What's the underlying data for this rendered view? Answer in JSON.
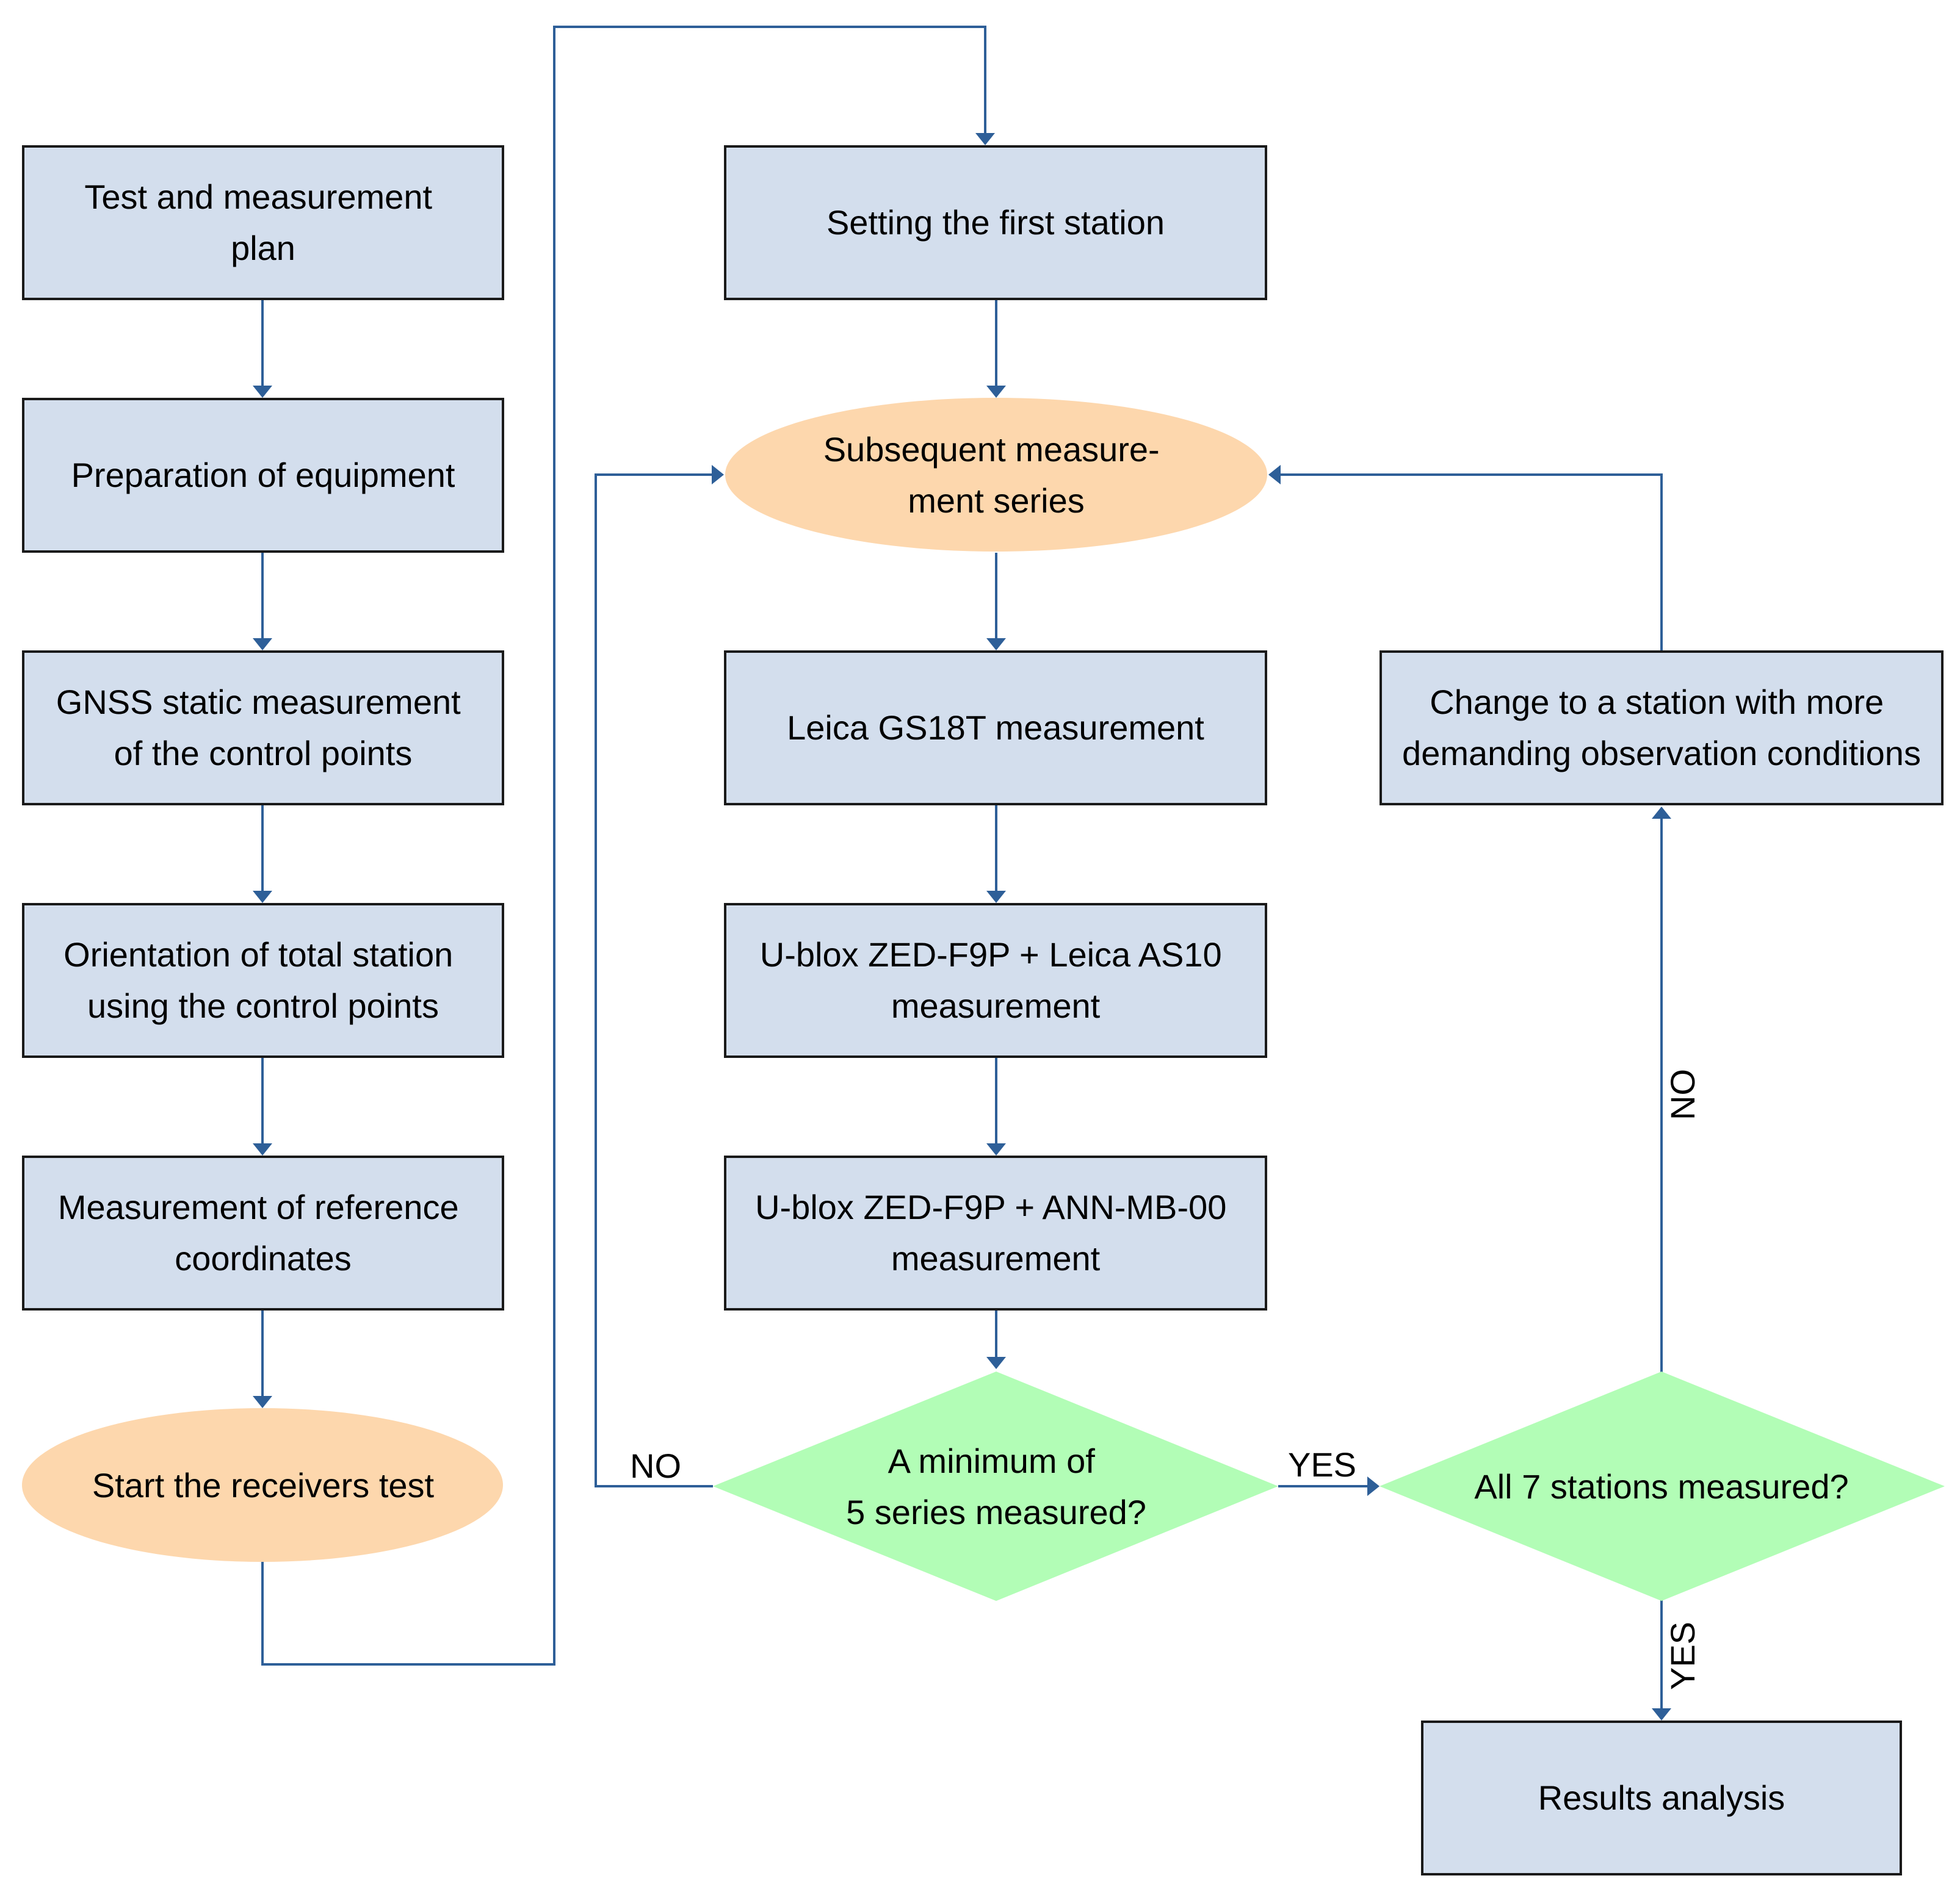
{
  "nodes": {
    "test_plan": {
      "lines": [
        "Test and measurement",
        "plan"
      ]
    },
    "prep_equipment": {
      "lines": [
        "Preparation of equipment"
      ]
    },
    "gnss_static": {
      "lines": [
        "GNSS static measurement",
        "of the control points"
      ]
    },
    "orientation": {
      "lines": [
        "Orientation of total station",
        "using the control points"
      ]
    },
    "reference_coords": {
      "lines": [
        "Measurement of reference",
        "coordinates"
      ]
    },
    "start_test": {
      "lines": [
        "Start the receivers test"
      ]
    },
    "first_station": {
      "lines": [
        "Setting the first station"
      ]
    },
    "subsequent_series": {
      "lines": [
        "Subsequent measure-",
        "ment series"
      ]
    },
    "leica_gs18t": {
      "lines": [
        "Leica GS18T measurement"
      ]
    },
    "ublox_as10": {
      "lines": [
        "U-blox ZED-F9P + Leica AS10",
        "measurement"
      ]
    },
    "ublox_ann": {
      "lines": [
        "U-blox ZED-F9P + ANN-MB-00",
        "measurement"
      ]
    },
    "min_series": {
      "lines": [
        "A minimum of",
        "5 series measured?"
      ]
    },
    "all_stations": {
      "lines": [
        "All 7 stations measured?"
      ]
    },
    "change_station": {
      "lines": [
        "Change to a station with more",
        "demanding observation conditions"
      ]
    },
    "results": {
      "lines": [
        "Results analysis"
      ]
    }
  },
  "edge_labels": {
    "min_no": "NO",
    "min_yes": "YES",
    "all_no": "NO",
    "all_yes": "YES"
  },
  "colors": {
    "process_fill": "#d3deed",
    "terminal_fill": "#fdd7ad",
    "decision_fill": "#b2fdb6",
    "connector": "#2e5f98",
    "border": "#1a1a1a"
  }
}
